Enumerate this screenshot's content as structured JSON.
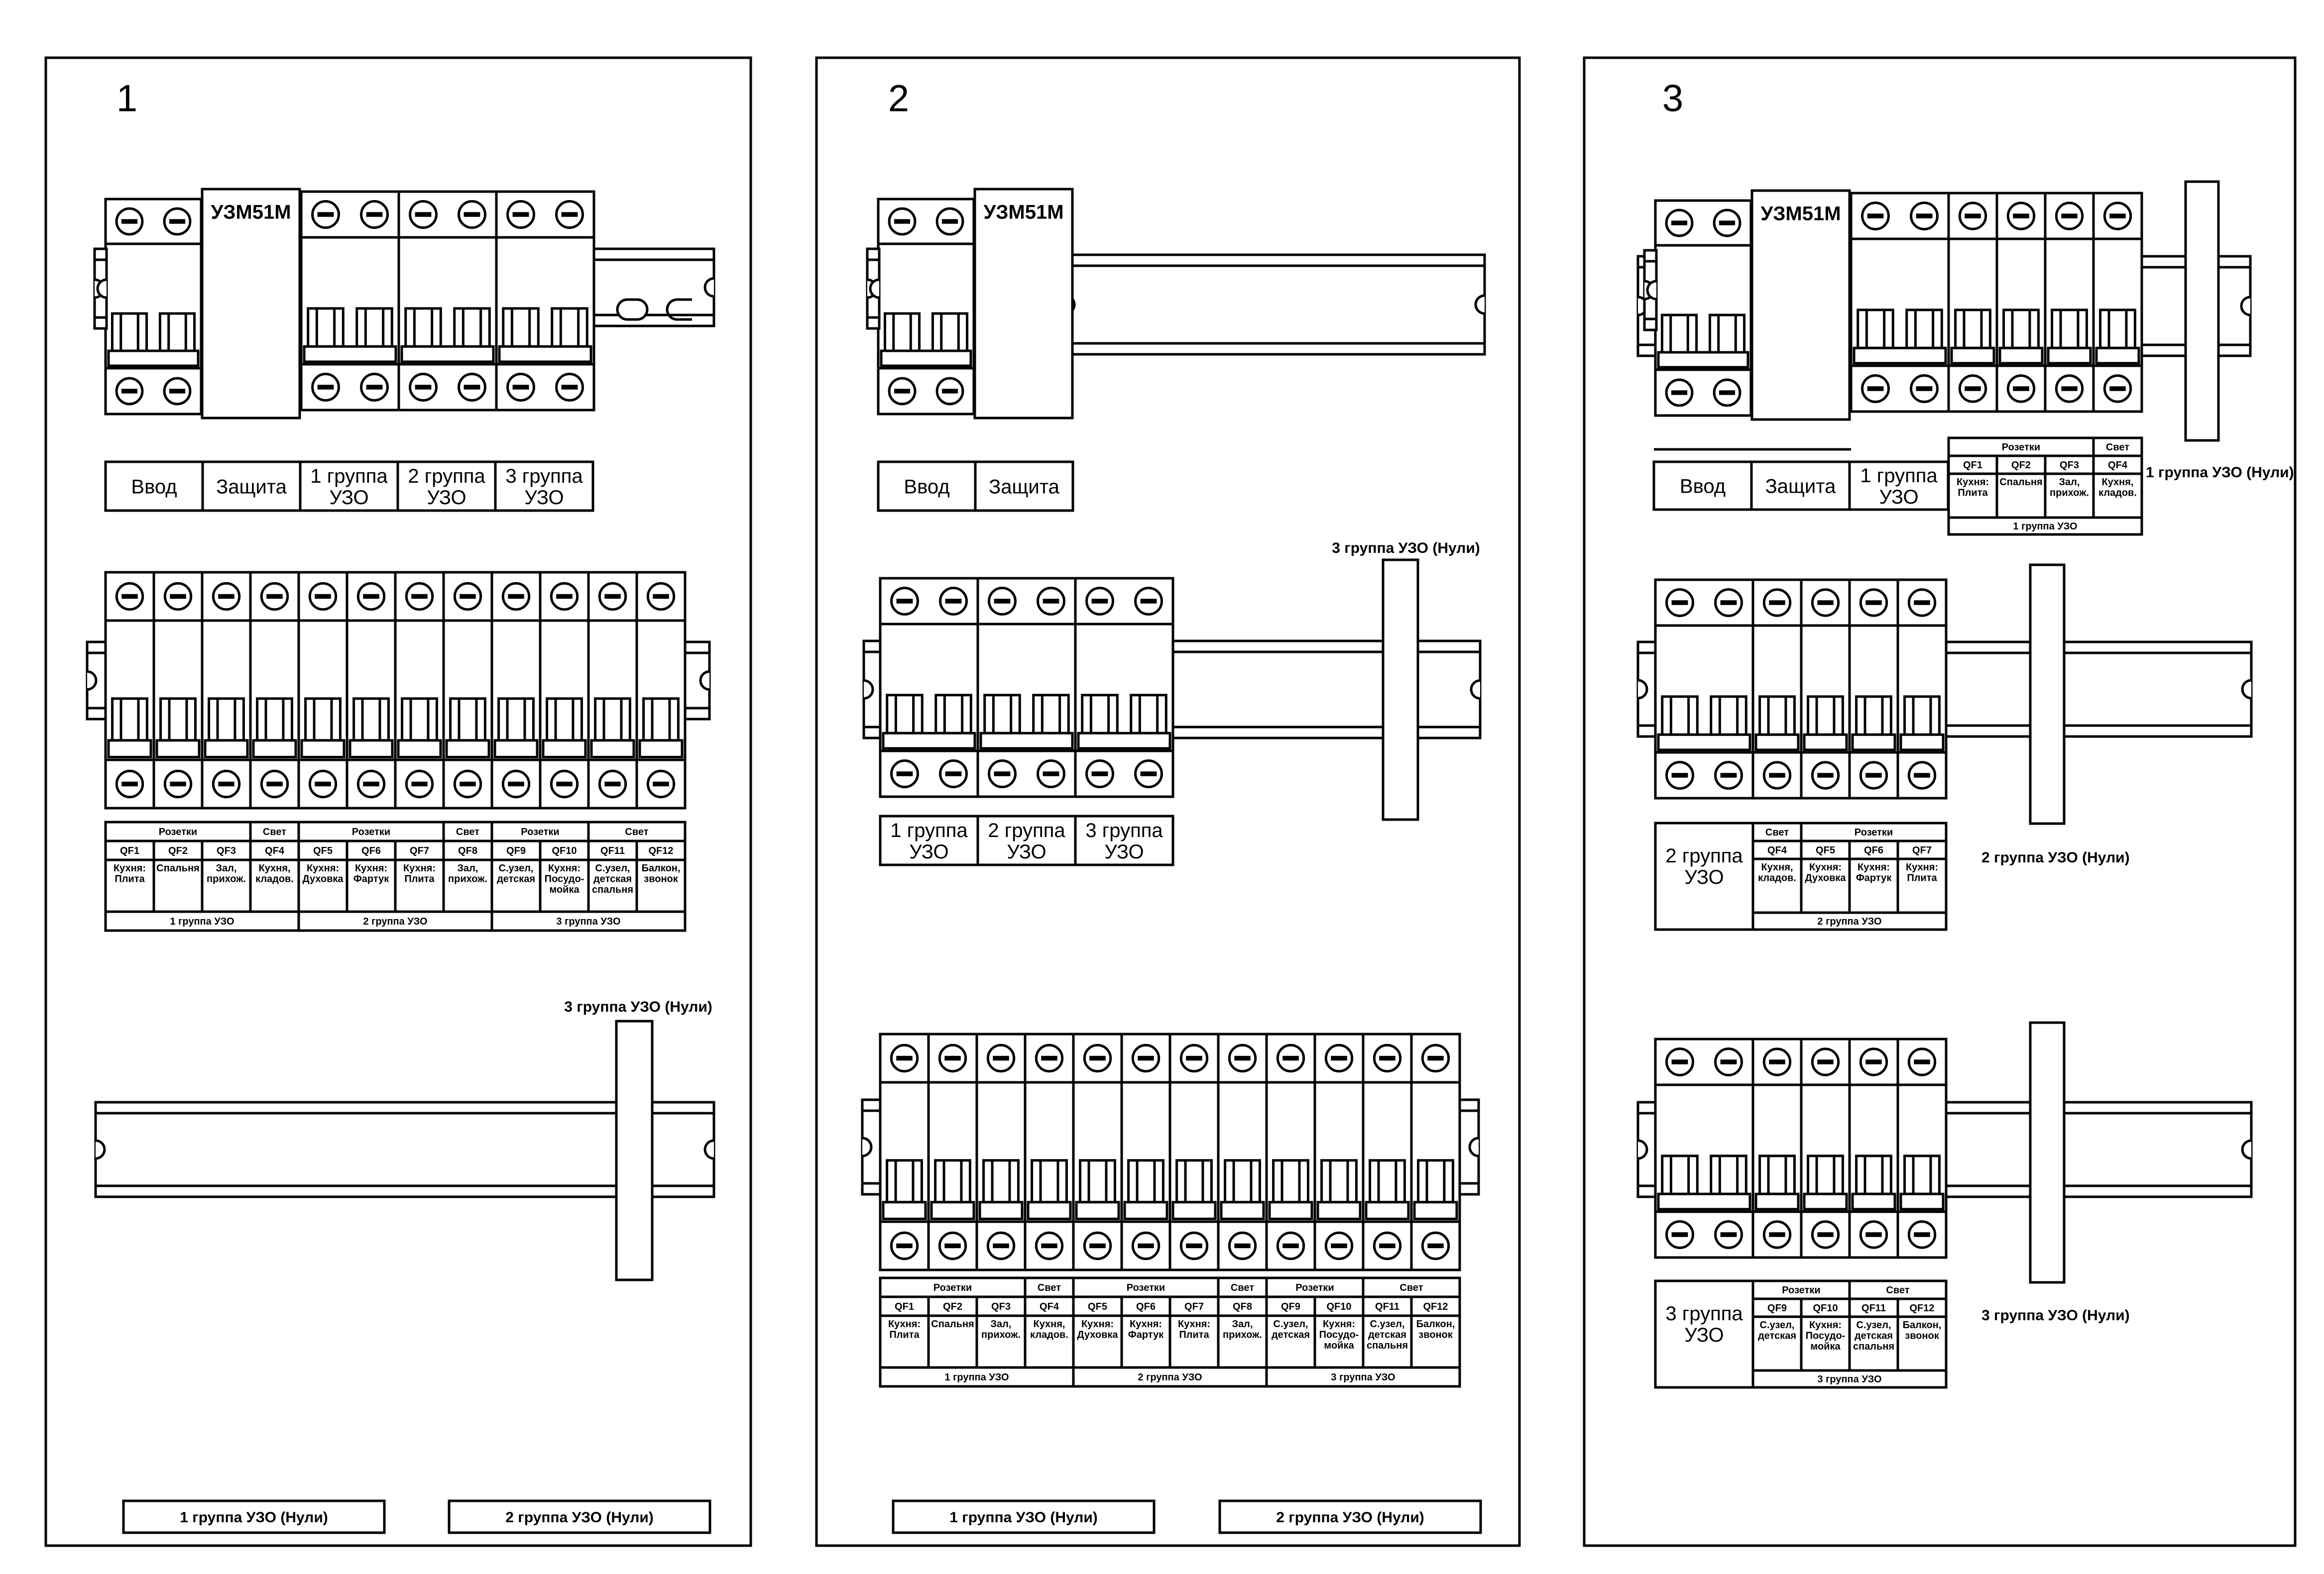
{
  "panels": [
    {
      "number": "1",
      "row1": {
        "device_label": "УЗМ51М",
        "labels": [
          "Ввод",
          "Защита",
          "1 группа\nУЗО",
          "2 группа\nУЗО",
          "3 группа\nУЗО"
        ]
      },
      "row2_groups": [
        {
          "name": "Розетки",
          "span": 3
        },
        {
          "name": "Свет",
          "span": 1
        },
        {
          "name": "Розетки",
          "span": 3
        },
        {
          "name": "Свет",
          "span": 1
        },
        {
          "name": "Розетки",
          "span": 2
        },
        {
          "name": "Свет",
          "span": 2
        }
      ],
      "row2_breakers": [
        {
          "id": "QF1",
          "desc": "Кухня:\nПлита"
        },
        {
          "id": "QF2",
          "desc": "Спальня"
        },
        {
          "id": "QF3",
          "desc": "Зал,\nприхож."
        },
        {
          "id": "QF4",
          "desc": "Кухня,\nкладов."
        },
        {
          "id": "QF5",
          "desc": "Кухня:\nДуховка"
        },
        {
          "id": "QF6",
          "desc": "Кухня:\nФартук"
        },
        {
          "id": "QF7",
          "desc": "Кухня:\nПлита"
        },
        {
          "id": "QF8",
          "desc": "Зал,\nприхож."
        },
        {
          "id": "QF9",
          "desc": "С.узел,\nдетская"
        },
        {
          "id": "QF10",
          "desc": "Кухня:\nПосудо-\nмойка"
        },
        {
          "id": "QF11",
          "desc": "С.узел,\nдетская\nспальня"
        },
        {
          "id": "QF12",
          "desc": "Балкон,\nзвонок"
        }
      ],
      "row2_footer": [
        {
          "name": "1 группа УЗО",
          "span": 4
        },
        {
          "name": "2 группа УЗО",
          "span": 4
        },
        {
          "name": "3 группа УЗО",
          "span": 4
        }
      ],
      "neutral_bar_label": "3 группа УЗО (Нули)",
      "bottom_labels": [
        "1 группа УЗО (Нули)",
        "2 группа УЗО (Нули)"
      ]
    },
    {
      "number": "2",
      "row1": {
        "device_label": "УЗМ51М",
        "labels": [
          "Ввод",
          "Защита"
        ]
      },
      "row2_labels": [
        "1 группа\nУЗО",
        "2 группа\nУЗО",
        "3 группа\nУЗО"
      ],
      "neutral_bar_label": "3 группа УЗО (Нули)",
      "row3_groups": [
        {
          "name": "Розетки",
          "span": 3
        },
        {
          "name": "Свет",
          "span": 1
        },
        {
          "name": "Розетки",
          "span": 3
        },
        {
          "name": "Свет",
          "span": 1
        },
        {
          "name": "Розетки",
          "span": 2
        },
        {
          "name": "Свет",
          "span": 2
        }
      ],
      "row3_breakers": [
        {
          "id": "QF1",
          "desc": "Кухня:\nПлита"
        },
        {
          "id": "QF2",
          "desc": "Спальня"
        },
        {
          "id": "QF3",
          "desc": "Зал,\nприхож."
        },
        {
          "id": "QF4",
          "desc": "Кухня,\nкладов."
        },
        {
          "id": "QF5",
          "desc": "Кухня:\nДуховка"
        },
        {
          "id": "QF6",
          "desc": "Кухня:\nФартук"
        },
        {
          "id": "QF7",
          "desc": "Кухня:\nПлита"
        },
        {
          "id": "QF8",
          "desc": "Зал,\nприхож."
        },
        {
          "id": "QF9",
          "desc": "С.узел,\nдетская"
        },
        {
          "id": "QF10",
          "desc": "Кухня:\nПосудо-\nмойка"
        },
        {
          "id": "QF11",
          "desc": "С.узел,\nдетская\nспальня"
        },
        {
          "id": "QF12",
          "desc": "Балкон,\nзвонок"
        }
      ],
      "row3_footer": [
        {
          "name": "1 группа УЗО",
          "span": 4
        },
        {
          "name": "2 группа УЗО",
          "span": 4
        },
        {
          "name": "3 группа УЗО",
          "span": 4
        }
      ],
      "bottom_labels": [
        "1 группа УЗО (Нули)",
        "2 группа УЗО (Нули)"
      ]
    },
    {
      "number": "3",
      "row1": {
        "device_label": "УЗМ51М",
        "labels": [
          "Ввод",
          "Защита",
          "1 группа\nУЗО"
        ],
        "groups": [
          {
            "name": "Розетки",
            "span": 3
          },
          {
            "name": "Свет",
            "span": 1
          }
        ],
        "breakers": [
          {
            "id": "QF1",
            "desc": "Кухня:\nПлита"
          },
          {
            "id": "QF2",
            "desc": "Спальня"
          },
          {
            "id": "QF3",
            "desc": "Зал,\nприхож."
          },
          {
            "id": "QF4",
            "desc": "Кухня,\nкладов."
          }
        ],
        "footer": "1 группа УЗО",
        "neutral_label": "1 группа УЗО (Нули)"
      },
      "row2": {
        "label": "2 группа\nУЗО",
        "groups": [
          {
            "name": "Свет",
            "span": 1
          },
          {
            "name": "Розетки",
            "span": 3
          }
        ],
        "breakers": [
          {
            "id": "QF4",
            "desc": "Кухня,\nкладов."
          },
          {
            "id": "QF5",
            "desc": "Кухня:\nДуховка"
          },
          {
            "id": "QF6",
            "desc": "Кухня:\nФартук"
          },
          {
            "id": "QF7",
            "desc": "Кухня:\nПлита"
          }
        ],
        "footer": "2 группа УЗО",
        "neutral_label": "2 группа УЗО (Нули)"
      },
      "row3": {
        "label": "3 группа\nУЗО",
        "groups": [
          {
            "name": "Розетки",
            "span": 2
          },
          {
            "name": "Свет",
            "span": 2
          }
        ],
        "breakers": [
          {
            "id": "QF9",
            "desc": "С.узел,\nдетская"
          },
          {
            "id": "QF10",
            "desc": "Кухня:\nПосудо-\nмойка"
          },
          {
            "id": "QF11",
            "desc": "С.узел,\nдетская\nспальня"
          },
          {
            "id": "QF12",
            "desc": "Балкон,\nзвонок"
          }
        ],
        "footer": "3 группа УЗО",
        "neutral_label": "3 группа УЗО (Нули)"
      }
    }
  ]
}
